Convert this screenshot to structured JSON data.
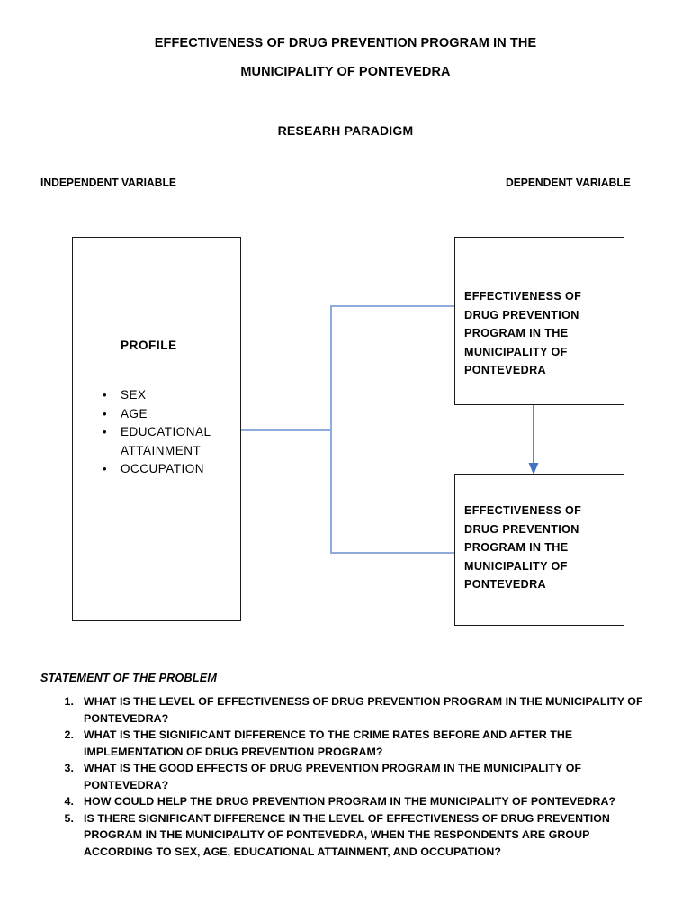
{
  "document": {
    "title_line1": "EFFECTIVENESS OF DRUG PREVENTION PROGRAM IN THE",
    "title_line2": "MUNICIPALITY OF PONTEVEDRA",
    "paradigm_heading": "RESEARH PARADIGM"
  },
  "diagram": {
    "independent_label": "INDEPENDENT VARIABLE",
    "dependent_label": "DEPENDENT VARIABLE",
    "connector_color": "#8faadc",
    "box_border_color": "#1a1a1a",
    "left_box": {
      "heading": "PROFILE",
      "items": [
        {
          "label": "SEX"
        },
        {
          "label": "AGE"
        },
        {
          "label": "EDUCATIONAL",
          "label2": "ATTAINMENT"
        },
        {
          "label": "OCCUPATION"
        }
      ]
    },
    "right_top_box": {
      "lines": [
        "EFFECTIVENESS OF",
        "DRUG PREVENTION",
        "PROGRAM IN THE",
        "MUNICIPALITY OF",
        "PONTEVEDRA"
      ]
    },
    "right_bottom_box": {
      "lines": [
        "EFFECTIVENESS OF",
        "DRUG PREVENTION",
        "PROGRAM IN THE",
        "MUNICIPALITY OF",
        "PONTEVEDRA"
      ]
    }
  },
  "statement_of_the_problem": {
    "heading": "STATEMENT OF THE PROBLEM",
    "questions": [
      {
        "number": "1.",
        "text": "WHAT IS THE LEVEL OF EFFECTIVENESS OF DRUG PREVENTION PROGRAM IN THE MUNICIPALITY OF PONTEVEDRA?"
      },
      {
        "number": "2.",
        "text": "WHAT IS THE SIGNIFICANT DIFFERENCE TO THE CRIME RATES BEFORE AND AFTER THE IMPLEMENTATION OF DRUG PREVENTION PROGRAM?"
      },
      {
        "number": "3.",
        "text": "WHAT IS THE GOOD EFFECTS OF DRUG PREVENTION PROGRAM IN THE MUNICIPALITY OF PONTEVEDRA?"
      },
      {
        "number": "4.",
        "text": "HOW COULD HELP THE DRUG PREVENTION PROGRAM IN THE MUNICIPALITY OF PONTEVEDRA?"
      },
      {
        "number": "5.",
        "text": "IS THERE SIGNIFICANT DIFFERENCE IN THE LEVEL OF EFFECTIVENESS OF DRUG PREVENTION PROGRAM IN THE MUNICIPALITY OF PONTEVEDRA, WHEN THE RESPONDENTS ARE GROUP ACCORDING TO SEX, AGE, EDUCATIONAL ATTAINMENT, AND OCCUPATION?"
      }
    ]
  }
}
